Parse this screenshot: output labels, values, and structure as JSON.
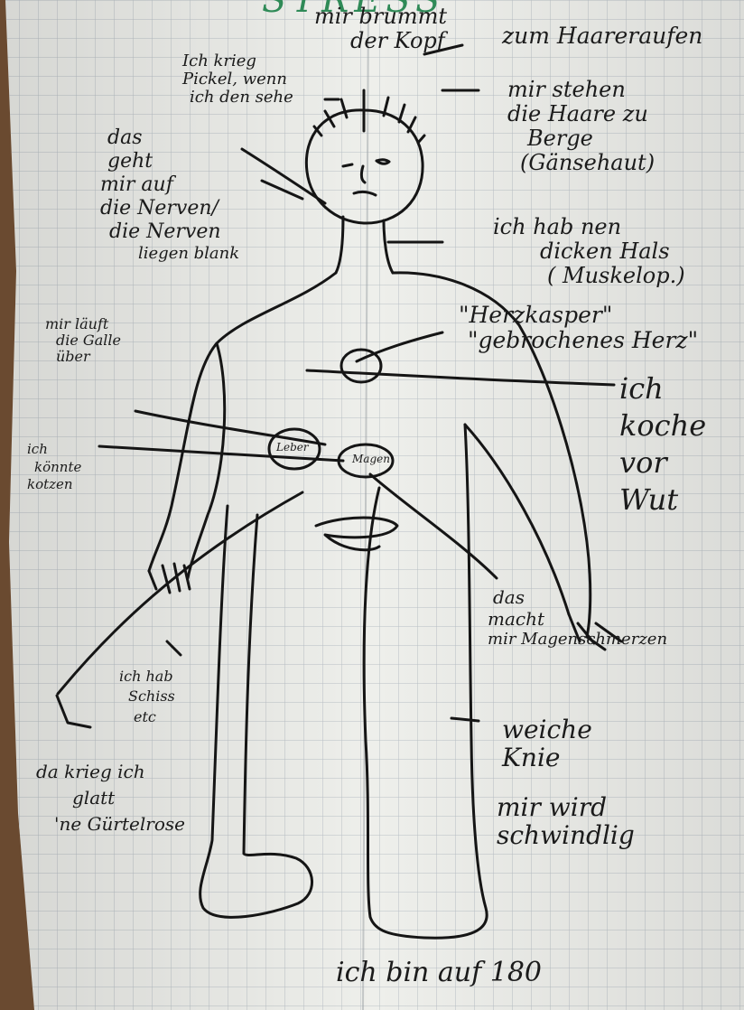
{
  "photo": {
    "title_text": "STRESS",
    "colors": {
      "paper": "#edeeea",
      "grid": "#b9c0c6",
      "ink": "#151515",
      "title": "#2f8a57",
      "table": "#6a4a30"
    }
  },
  "labels": {
    "head": [
      "mir brummt",
      "der Kopf"
    ],
    "hair_pull": "zum Haareraufen",
    "pimples": [
      "Ich krieg",
      "Pickel, wenn",
      "ich den sehe"
    ],
    "hair_stand": [
      "mir stehen",
      "die Haare zu",
      "Berge",
      "(Gänsehaut)"
    ],
    "nerves": [
      "das",
      "geht",
      "mir auf",
      "die Nerven/",
      "die Nerven",
      "liegen blank"
    ],
    "neck": [
      "ich hab nen",
      "dicken Hals",
      "( Muskelop.)"
    ],
    "heart": [
      "\"Herzkasper\"",
      "\"gebrochenes Herz\""
    ],
    "gall": [
      "mir läuft",
      "die Galle",
      "über"
    ],
    "rage": [
      "ich",
      "koche",
      "vor",
      "Wut"
    ],
    "vomit": [
      "ich",
      "könnte",
      "kotzen"
    ],
    "organ_left": "Leber",
    "organ_stomach": "Magen",
    "stomach_ache": [
      "das",
      "macht",
      "mir Magenschmerzen"
    ],
    "diarrhea": [
      "ich hab",
      "Schiss",
      "etc"
    ],
    "knees": [
      "weiche",
      "Knie"
    ],
    "dizzy": [
      "mir wird",
      "schwindlig"
    ],
    "shingles": [
      "da krieg ich",
      "glatt",
      "'ne Gürtelrose"
    ],
    "footer": "ich bin auf 180"
  }
}
